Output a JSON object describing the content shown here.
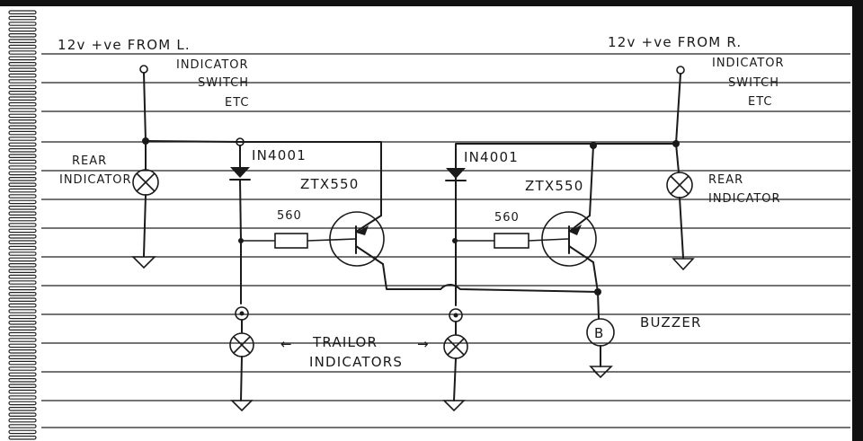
{
  "left_supply": {
    "title": "12v +ve FROM L.",
    "source_line1": "INDICATOR",
    "source_line2": "SWITCH",
    "source_line3": "ETC"
  },
  "right_supply": {
    "title": "12v +ve FROM R.",
    "source_line1": "INDICATOR",
    "source_line2": "SWITCH",
    "source_line3": "ETC"
  },
  "left_rear_lamp": {
    "line1": "REAR",
    "line2": "INDICATOR"
  },
  "right_rear_lamp": {
    "line1": "REAR",
    "line2": "INDICATOR"
  },
  "left_diode": {
    "part": "IN4001"
  },
  "right_diode": {
    "part": "IN4001"
  },
  "left_transistor": {
    "part": "ZTX550"
  },
  "right_transistor": {
    "part": "ZTX550"
  },
  "left_resistor": {
    "value": "560"
  },
  "right_resistor": {
    "value": "560"
  },
  "trailer_lamps": {
    "line1": "TRAILOR",
    "line2": "INDICATORS",
    "arrow_left": "←",
    "arrow_right": "→"
  },
  "buzzer": {
    "symbol": "B",
    "label": "BUZZER"
  },
  "colors": {
    "ink": "#1a1a1a",
    "paper": "#ffffff",
    "rule": "#222222"
  }
}
